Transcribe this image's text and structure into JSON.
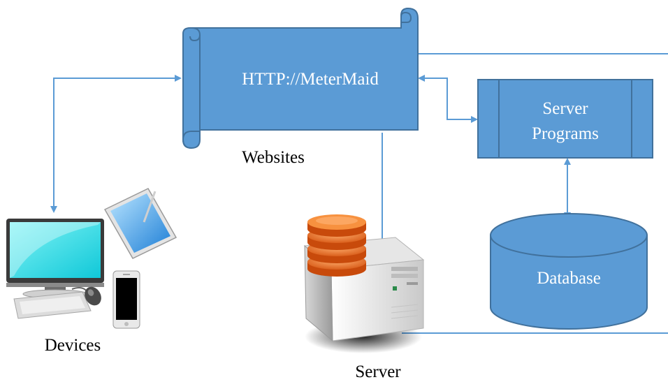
{
  "diagram": {
    "colors": {
      "node_fill": "#5b9bd5",
      "node_stroke": "#41719c",
      "connector": "#5b9bd5"
    },
    "nodes": {
      "website_scroll": {
        "text": "HTTP://MeterMaid",
        "shape": "scroll"
      },
      "server_programs": {
        "lines": [
          "Server",
          "Programs"
        ],
        "shape": "predefined-process"
      },
      "database": {
        "text": "Database",
        "shape": "cylinder"
      }
    },
    "labels": {
      "websites": "Websites",
      "devices": "Devices",
      "server": "Server"
    },
    "icons": [
      "monitor-icon",
      "keyboard-icon",
      "mouse-icon",
      "tablet-icon",
      "phone-icon",
      "server-tower-icon",
      "database-stack-icon"
    ],
    "connections": [
      {
        "from": "devices",
        "to": "website_scroll",
        "arrows": "both"
      },
      {
        "from": "website_scroll",
        "to": "server_programs",
        "arrows": "both"
      },
      {
        "from": "server_programs",
        "to": "database",
        "arrows": "both"
      },
      {
        "from": "website_scroll",
        "to": "server",
        "arrows": "none"
      },
      {
        "from": "website_scroll",
        "to": "right-edge",
        "arrows": "none"
      },
      {
        "from": "server",
        "to": "right-edge",
        "arrows": "none"
      }
    ]
  }
}
